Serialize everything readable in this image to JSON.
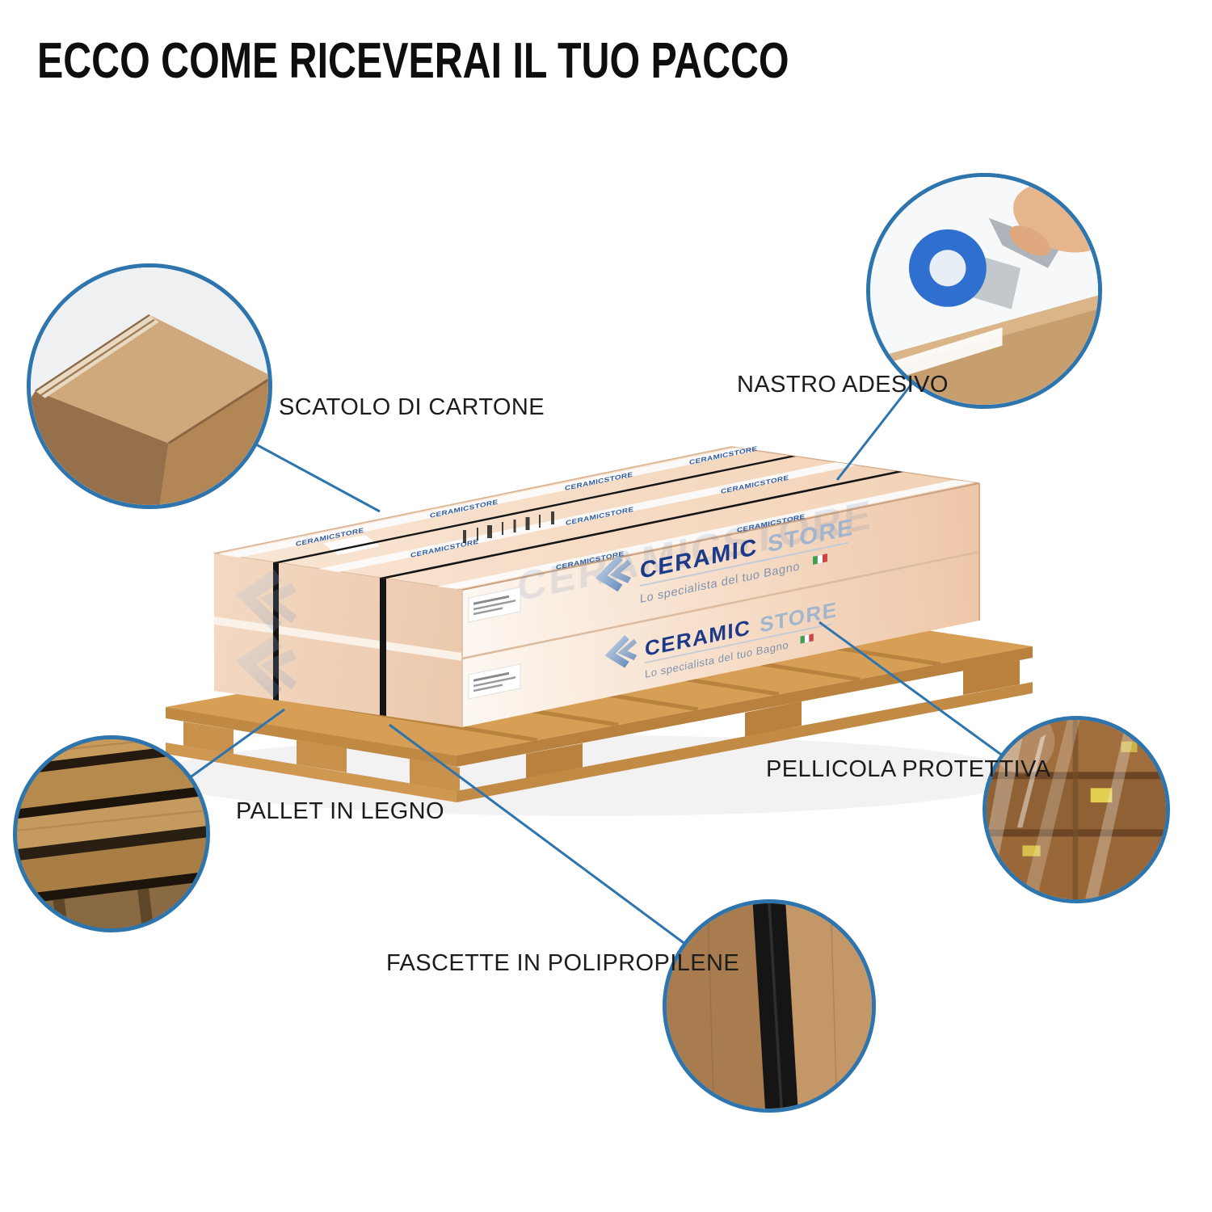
{
  "title": "ECCO COME RICEVERAI IL TUO PACCO",
  "brand": {
    "name_primary": "CERAMIC",
    "name_secondary": "STORE",
    "tagline": "Lo specialista del tuo Bagno",
    "tape_text": "CERAMICSTORE"
  },
  "callouts": {
    "scatolo": {
      "label": "SCATOLO DI CARTONE"
    },
    "nastro": {
      "label": "NASTRO ADESIVO"
    },
    "pellicola": {
      "label": "PELLICOLA PROTETTIVA"
    },
    "pallet": {
      "label": "PALLET IN LEGNO"
    },
    "fascette": {
      "label": "FASCETTE IN POLIPROPILENE"
    }
  },
  "colors": {
    "accent_blue": "#2e74ad",
    "logo_blue_dark": "#1d3a8a",
    "logo_blue_light": "#a3b5cd",
    "cardboard_light": "#f7e0cc",
    "pallet_wood": "#d79f55",
    "strap_black": "#151515"
  }
}
